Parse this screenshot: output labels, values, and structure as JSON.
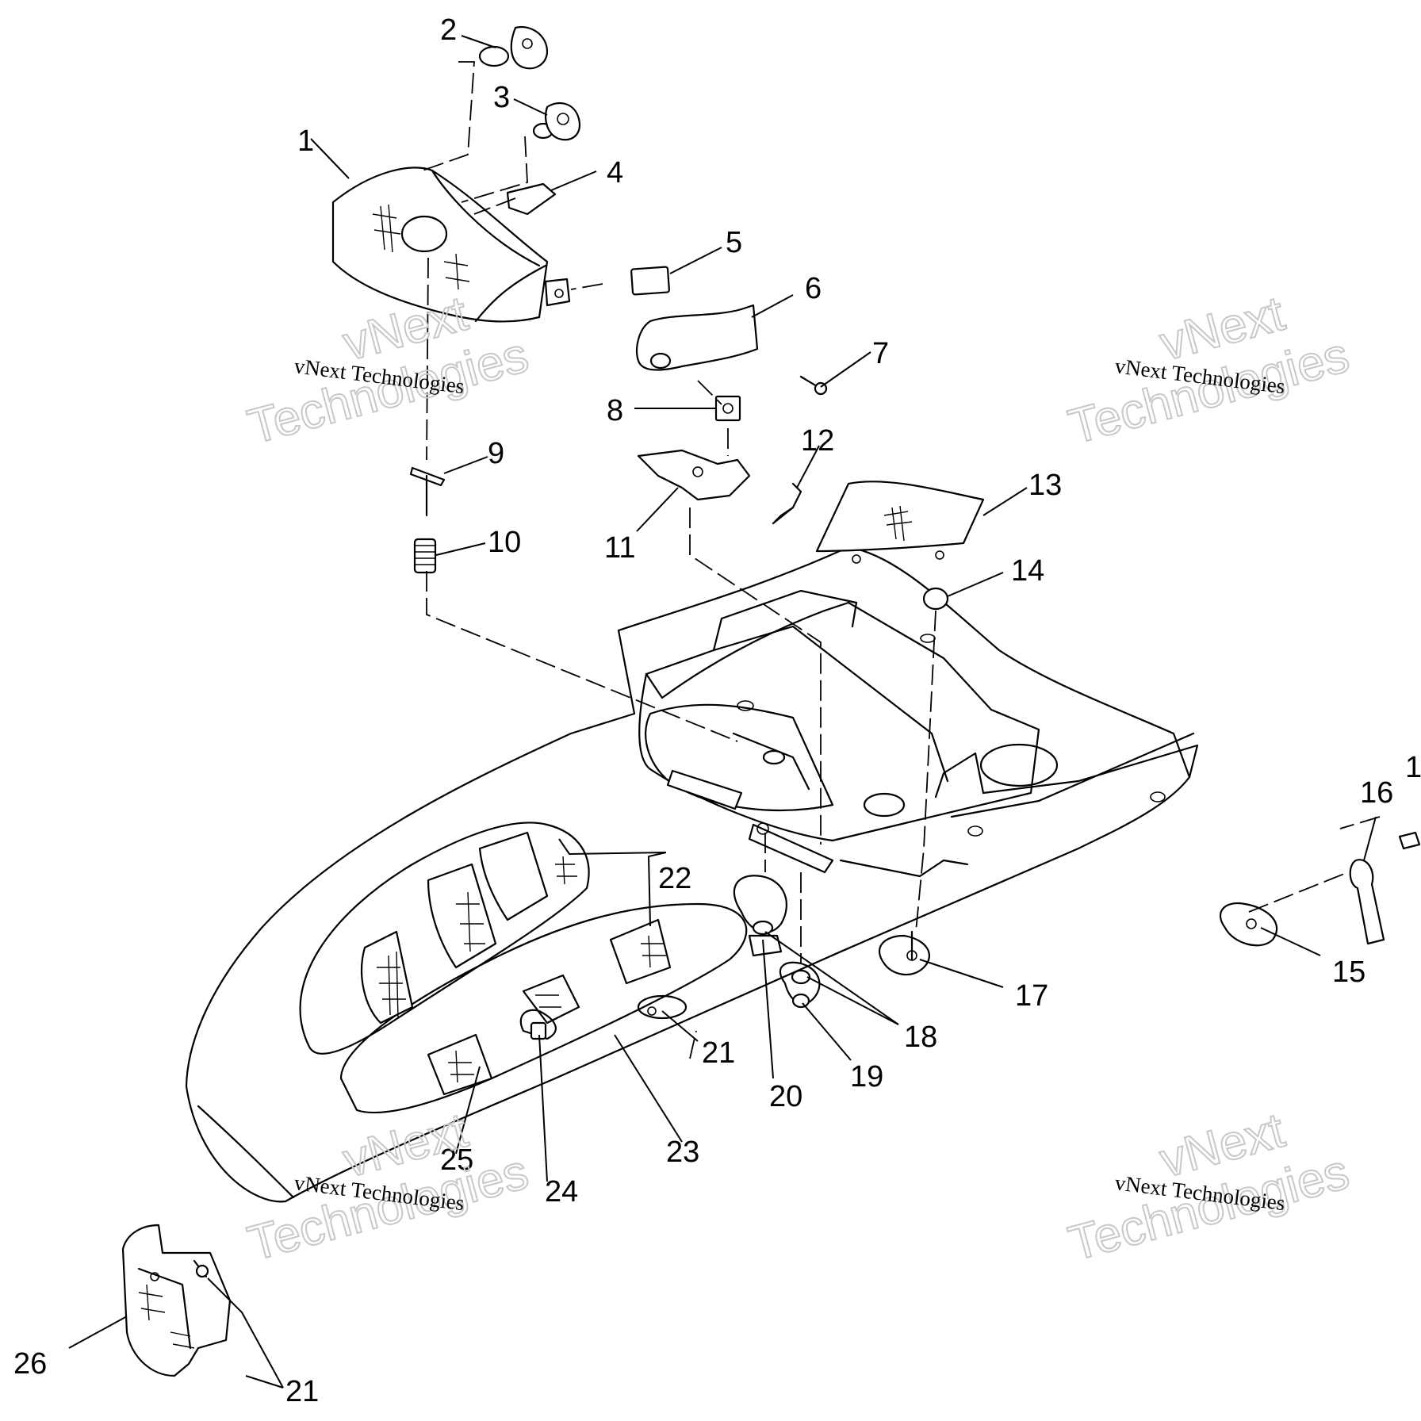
{
  "diagram": {
    "callouts": [
      {
        "id": "c1",
        "label": "1"
      },
      {
        "id": "c2",
        "label": "2"
      },
      {
        "id": "c3",
        "label": "3"
      },
      {
        "id": "c4",
        "label": "4"
      },
      {
        "id": "c5",
        "label": "5"
      },
      {
        "id": "c6",
        "label": "6"
      },
      {
        "id": "c7",
        "label": "7"
      },
      {
        "id": "c8",
        "label": "8"
      },
      {
        "id": "c9",
        "label": "9"
      },
      {
        "id": "c10",
        "label": "10"
      },
      {
        "id": "c11",
        "label": "11"
      },
      {
        "id": "c12",
        "label": "12"
      },
      {
        "id": "c13",
        "label": "13"
      },
      {
        "id": "c14",
        "label": "14"
      },
      {
        "id": "c15",
        "label": "15"
      },
      {
        "id": "c16",
        "label": "16"
      },
      {
        "id": "c17",
        "label": "17"
      },
      {
        "id": "c18",
        "label": "18"
      },
      {
        "id": "c19",
        "label": "19"
      },
      {
        "id": "c20",
        "label": "20"
      },
      {
        "id": "c21a",
        "label": "21"
      },
      {
        "id": "c21b",
        "label": "21"
      },
      {
        "id": "c22",
        "label": "22"
      },
      {
        "id": "c23",
        "label": "23"
      },
      {
        "id": "c24",
        "label": "24"
      },
      {
        "id": "c25",
        "label": "25"
      },
      {
        "id": "c26",
        "label": "26"
      },
      {
        "id": "c1edge",
        "label": "1"
      }
    ]
  },
  "watermarks": {
    "small_text": "vNext Technologies",
    "big_line1": "vNext",
    "big_line2": "Technologies"
  }
}
